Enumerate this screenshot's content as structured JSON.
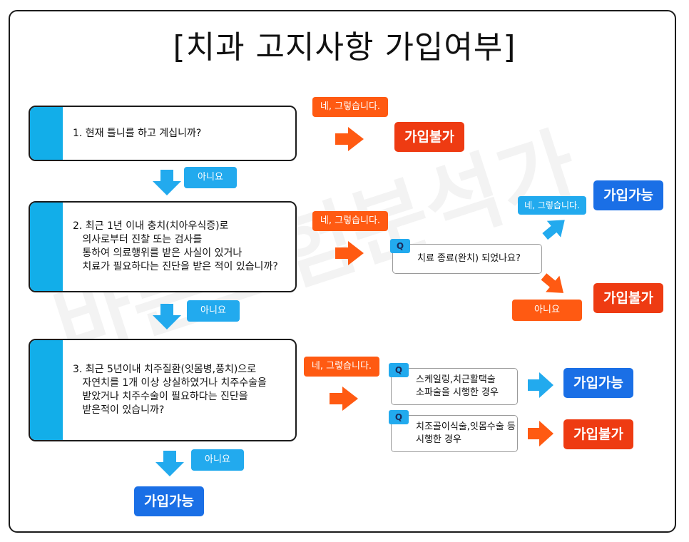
{
  "title": "[치과 고지사항 가입여부]",
  "watermark": "바른보험분석가",
  "colors": {
    "accent_blue": "#12aee9",
    "orange": "#ff5a12",
    "red": "#ee3b12",
    "result_blue": "#1a6fe6"
  },
  "questions": [
    {
      "text": "1. 현재 틀니를 하고 계십니까?"
    },
    {
      "text": "2. 최근 1년 이내 충치(치아우식증)로\n   의사로부터 진찰 또는 검사를\n   통하여 의료행위를 받은 사실이 있거나\n   치료가 필요하다는 진단을 받은 적이 있습니까?"
    },
    {
      "text": "3. 최근 5년이내 치주질환(잇몸병,풍치)으로\n   자연치를 1개 이상 상실하였거나 치주수술을\n   받았거나 치주수술이 필요하다는 진단을\n   받은적이 있습니까?"
    }
  ],
  "labels": {
    "yes": "네, 그렇습니다.",
    "no": "아니요",
    "q_tag": "Q"
  },
  "results": {
    "reject": "가입불가",
    "accept": "가입가능"
  },
  "sub_questions": {
    "q2": "치료 종료(완치) 되었나요?",
    "q3a": "스케일링,치근활택술\n소파술을 시행한 경우",
    "q3b": "치조골이식술,잇몸수술 등\n시행한 경우"
  }
}
